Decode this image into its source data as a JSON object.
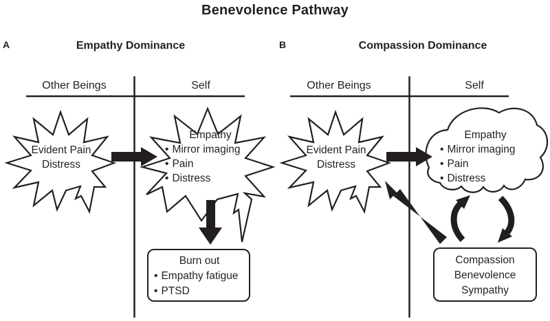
{
  "title": "Benevolence Pathway",
  "ui": {
    "bullet": "•"
  },
  "colors": {
    "ink": "#231f20",
    "background": "#ffffff"
  },
  "panels": [
    {
      "label": "A",
      "title": "Empathy Dominance",
      "columns": {
        "left": "Other Beings",
        "right": "Self"
      },
      "stimulus": {
        "lines": [
          "Evident Pain",
          "Distress"
        ]
      },
      "empathy": {
        "title": "Empathy",
        "items": [
          "Mirror imaging",
          "Pain",
          "Distress"
        ]
      },
      "outcome": {
        "title": "Burn out",
        "items": [
          "Empathy fatigue",
          "PTSD"
        ]
      }
    },
    {
      "label": "B",
      "title": "Compassion Dominance",
      "columns": {
        "left": "Other Beings",
        "right": "Self"
      },
      "stimulus": {
        "lines": [
          "Evident Pain",
          "Distress"
        ]
      },
      "empathy": {
        "title": "Empathy",
        "items": [
          "Mirror imaging",
          "Pain",
          "Distress"
        ]
      },
      "outcome": {
        "lines": [
          "Compassion",
          "Benevolence",
          "Sympathy"
        ]
      }
    }
  ]
}
